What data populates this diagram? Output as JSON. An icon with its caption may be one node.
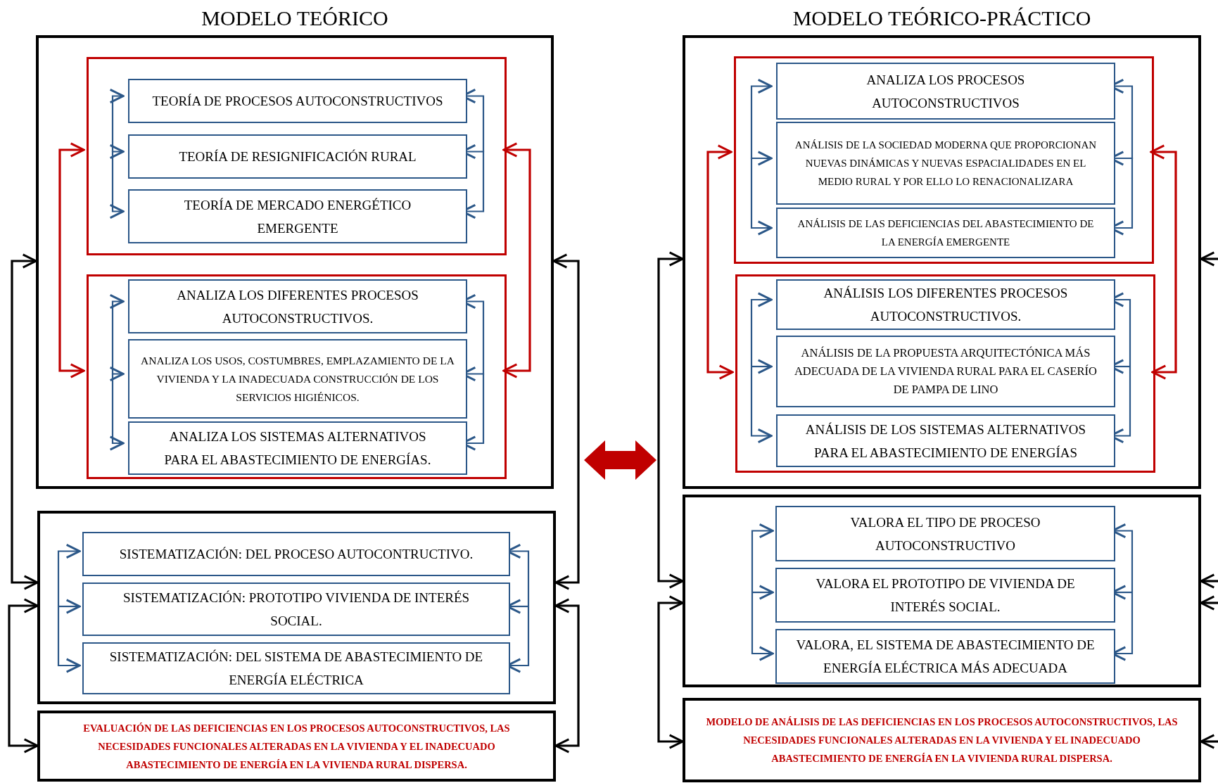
{
  "diagram": {
    "nodes": [
      {
        "text": [
          "MODELO TEÓRICO"
        ]
      },
      {
        "text": [],
        "shape": "box",
        "in": 0
      },
      {
        "text": [
          "TEORÍA DE PROCESOS AUTOCONSTRUCTIVOS"
        ],
        "in": 1
      },
      {
        "text": [
          "TEORÍA DE RESIGNIFICACIÓN RURAL"
        ],
        "in": 1
      },
      {
        "text": [
          "TEORÍA DE MERCADO ENERGÉTICO EMERGENTE"
        ],
        "in": 1
      },
      {
        "text": [],
        "shape": "box",
        "in": 0
      },
      {
        "text": [
          "ANALIZA LOS DIFERENTES PROCESOS AUTOCONSTRUCTIVOS."
        ],
        "in": 5
      },
      {
        "text": [
          "ANALIZA LOS USOS, COSTUMBRES, EMPLAZAMIENTO DE LA VIVIENDA Y LA INADECUADA CONSTRUCCIÓN DE LOS SERVICIOS HIGIÉNICOS."
        ],
        "in": 5
      },
      {
        "text": [
          "ANALIZA LOS SISTEMAS ALTERNATIVOS PARA EL ABASTECIMIENTO DE ENERGÍAS."
        ],
        "in": 5
      },
      {
        "text": [],
        "shape": "box"
      },
      {
        "text": [
          "SISTEMATIZACIÓN: DEL PROCESO AUTOCONTRUCTIVO."
        ],
        "in": 9
      },
      {
        "text": [
          "SISTEMATIZACIÓN: PROTOTIPO VIVIENDA DE INTERÉS SOCIAL."
        ],
        "in": 9
      },
      {
        "text": [
          "SISTEMATIZACIÓN: DEL SISTEMA DE ABASTECIMIENTO DE ENERGÍA ELÉCTRICA"
        ],
        "in": 9
      },
      {
        "text": [
          "EVALUACIÓN DE LAS DEFICIENCIAS EN LOS PROCESOS AUTOCONSTRUCTIVOS, LAS NECESIDADES FUNCIONALES ALTERADAS EN LA VIVIENDA Y EL INADECUADO ABASTECIMIENTO DE ENERGÍA EN LA VIVIENDA RURAL DISPERSA."
        ]
      },
      {
        "text": [
          "MODELO TEÓRICO-PRÁCTICO"
        ]
      },
      {
        "text": [],
        "shape": "box",
        "in": 14
      },
      {
        "text": [
          "ANALIZA LOS PROCESOS AUTOCONSTRUCTIVOS"
        ],
        "in": 15
      },
      {
        "text": [
          "ANÁLISIS DE LA SOCIEDAD MODERNA QUE PROPORCIONAN NUEVAS DINÁMICAS Y NUEVAS ESPACIALIDADES EN EL MEDIO RURAL Y POR ELLO LO RENACIONALIZARA"
        ],
        "in": 15
      },
      {
        "text": [
          "ANÁLISIS DE LAS DEFICIENCIAS DEL ABASTECIMIENTO DE LA ENERGÍA EMERGENTE"
        ],
        "in": 15
      },
      {
        "text": [],
        "shape": "box",
        "in": 14
      },
      {
        "text": [
          "ANÁLISIS LOS DIFERENTES PROCESOS AUTOCONSTRUCTIVOS."
        ],
        "in": 19
      },
      {
        "text": [
          "ANÁLISIS DE LA PROPUESTA ARQUITECTÓNICA MÁS ADECUADA DE LA VIVIENDA RURAL PARA EL CASERÍO DE PAMPA DE LINO"
        ],
        "in": 19
      },
      {
        "text": [
          "ANÁLISIS DE LOS SISTEMAS ALTERNATIVOS PARA EL ABASTECIMIENTO DE ENERGÍAS"
        ],
        "in": 19
      },
      {
        "text": [],
        "shape": "box"
      },
      {
        "text": [
          "VALORA EL TIPO DE PROCESO AUTOCONSTRUCTIVO"
        ],
        "in": 23
      },
      {
        "text": [
          "VALORA EL PROTOTIPO DE VIVIENDA DE INTERÉS SOCIAL."
        ],
        "in": 23
      },
      {
        "text": [
          "VALORA, EL SISTEMA DE ABASTECIMIENTO DE ENERGÍA ELÉCTRICA MÁS ADECUADA"
        ],
        "in": 23
      },
      {
        "text": [
          "MODELO DE ANÁLISIS DE LAS DEFICIENCIAS EN LOS PROCESOS AUTOCONSTRUCTIVOS, LAS NECESIDADES FUNCIONALES ALTERADAS EN LA VIVIENDA Y EL INADECUADO ABASTECIMIENTO DE ENERGÍA EN LA VIVIENDA RURAL DISPERSA."
        ]
      }
    ],
    "edges": [
      {
        "from": null,
        "to": 2,
        "arrow": "to"
      },
      {
        "from": null,
        "to": 3,
        "arrow": "to"
      },
      {
        "from": null,
        "to": 4,
        "arrow": "to"
      },
      {
        "from": null,
        "to": 2,
        "arrow": "to"
      },
      {
        "from": null,
        "to": 3,
        "arrow": "to"
      },
      {
        "from": null,
        "to": 4,
        "arrow": "to"
      },
      {
        "from": null,
        "to": 6,
        "arrow": "to"
      },
      {
        "from": null,
        "to": 7,
        "arrow": "to"
      },
      {
        "from": null,
        "to": 8,
        "arrow": "to"
      },
      {
        "from": null,
        "to": 6,
        "arrow": "to"
      },
      {
        "from": null,
        "to": 7,
        "arrow": "to"
      },
      {
        "from": null,
        "to": 8,
        "arrow": "to"
      },
      {
        "from": null,
        "to": 10,
        "arrow": "to"
      },
      {
        "from": null,
        "to": 11,
        "arrow": "to"
      },
      {
        "from": null,
        "to": 12,
        "arrow": "to"
      },
      {
        "from": null,
        "to": 10,
        "arrow": "to"
      },
      {
        "from": null,
        "to": 11,
        "arrow": "to"
      },
      {
        "from": null,
        "to": 12,
        "arrow": "to"
      },
      {
        "from": null,
        "to": 16,
        "arrow": "to"
      },
      {
        "from": null,
        "to": 17,
        "arrow": "to"
      },
      {
        "from": null,
        "to": 18,
        "arrow": "to"
      },
      {
        "from": null,
        "to": 16,
        "arrow": "to"
      },
      {
        "from": null,
        "to": 17,
        "arrow": "to"
      },
      {
        "from": null,
        "to": 18,
        "arrow": "to"
      },
      {
        "from": null,
        "to": 20,
        "arrow": "to"
      },
      {
        "from": null,
        "to": 21,
        "arrow": "to"
      },
      {
        "from": null,
        "to": 22,
        "arrow": "to"
      },
      {
        "from": null,
        "to": 20,
        "arrow": "to"
      },
      {
        "from": null,
        "to": 21,
        "arrow": "to"
      },
      {
        "from": null,
        "to": 22,
        "arrow": "to"
      },
      {
        "from": null,
        "to": 24,
        "arrow": "to"
      },
      {
        "from": null,
        "to": 25,
        "arrow": "to"
      },
      {
        "from": null,
        "to": 26,
        "arrow": "to"
      },
      {
        "from": null,
        "to": 24,
        "arrow": "to"
      },
      {
        "from": null,
        "to": 25,
        "arrow": "to"
      },
      {
        "from": null,
        "to": 26,
        "arrow": "to"
      },
      {
        "from": 1,
        "to": 5,
        "arrow": "both",
        "color": "#c00000"
      },
      {
        "from": 1,
        "to": 5,
        "arrow": "both",
        "color": "#c00000"
      },
      {
        "from": 15,
        "to": 19,
        "arrow": "both",
        "color": "#c00000"
      },
      {
        "from": 15,
        "to": 19,
        "arrow": "both",
        "color": "#c00000"
      },
      {
        "from": 0,
        "to": 9,
        "arrow": "both",
        "color": "#000000"
      },
      {
        "from": 9,
        "to": 13,
        "arrow": "both",
        "color": "#000000"
      },
      {
        "from": 0,
        "to": 9,
        "arrow": "both",
        "color": "#000000"
      },
      {
        "from": 9,
        "to": 13,
        "arrow": "both",
        "color": "#000000"
      },
      {
        "from": 14,
        "to": 23,
        "arrow": "both",
        "color": "#000000"
      },
      {
        "from": 23,
        "to": 27,
        "arrow": "both",
        "color": "#000000"
      },
      {
        "from": null,
        "to": 14,
        "arrow": "to",
        "color": "#000000"
      },
      {
        "from": null,
        "to": 23,
        "arrow": "to",
        "color": "#000000"
      },
      {
        "from": null,
        "to": 23,
        "arrow": "to",
        "color": "#000000"
      },
      {
        "from": null,
        "to": 27,
        "arrow": "to",
        "color": "#000000"
      },
      {
        "from": 0,
        "to": 14,
        "arrow": "both",
        "style": "thick",
        "color": "#c00000"
      }
    ]
  }
}
